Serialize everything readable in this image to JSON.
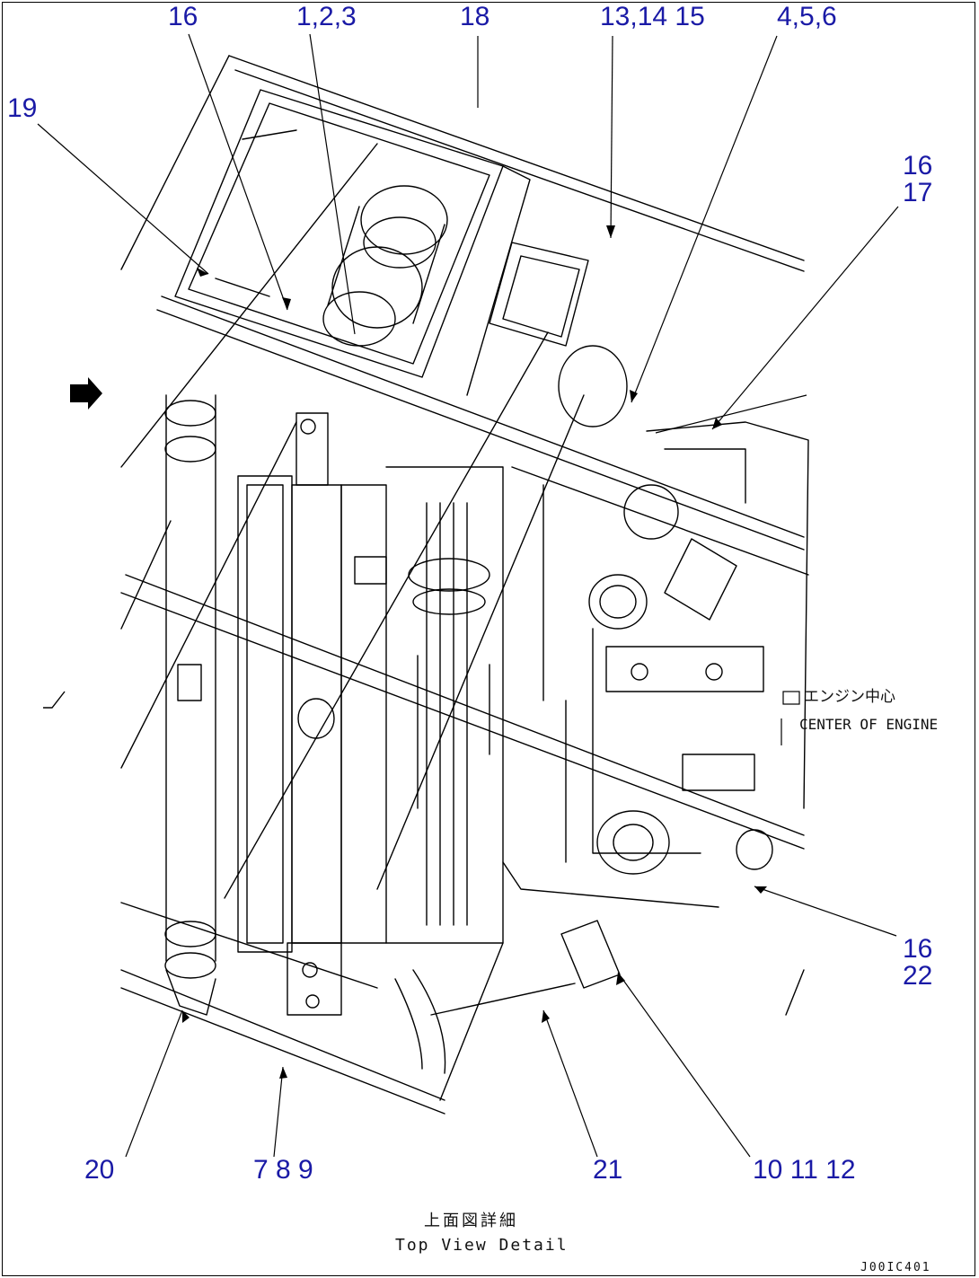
{
  "callouts": {
    "c16_top": "16",
    "c1_2_3": "1,2,3",
    "c18": "18",
    "c13_14_15": "13,14 15",
    "c4_5_6": "4,5,6",
    "c19": "19",
    "c16_17_a": "16",
    "c16_17_b": "17",
    "c16_22_a": "16",
    "c16_22_b": "22",
    "c20": "20",
    "c7_8_9": "7 8 9",
    "c21": "21",
    "c10_11_12": "10 11 12"
  },
  "labels": {
    "engine_center_jp": "エンジン中心",
    "engine_center_en": "CENTER OF ENGINE",
    "caption_jp": "上面図詳細",
    "caption_en": "Top View Detail",
    "drawing_id": "J00IC401"
  },
  "colors": {
    "callout": "#1a1aa6",
    "line": "#000000"
  }
}
